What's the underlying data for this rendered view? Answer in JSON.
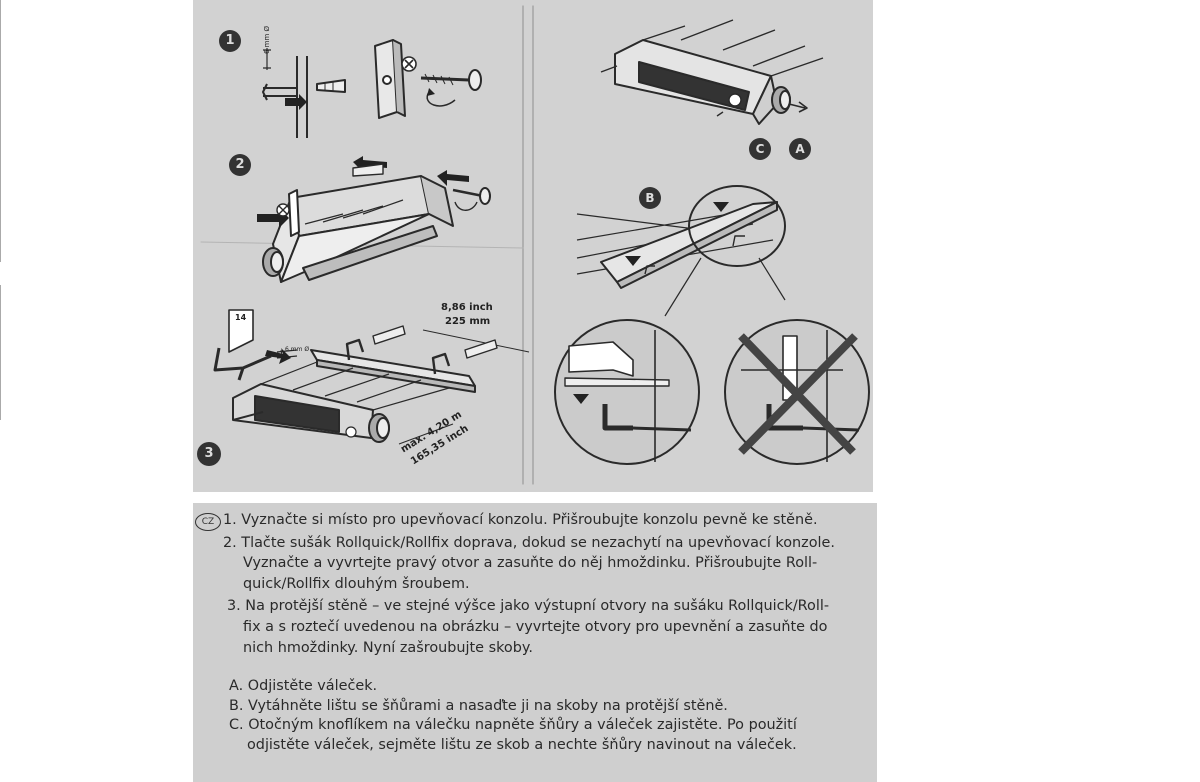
{
  "figure": {
    "step_1": "1",
    "step_2": "2",
    "step_3": "3",
    "step_a": "A",
    "step_b": "B",
    "step_c": "C",
    "drill_label": "6 mm Ø",
    "drill_label_2": "6 mm Ø",
    "distance_inch": "8,86 inch",
    "distance_mm": "225 mm",
    "length_m": "max. 4,20 m",
    "length_inch": "165,35 inch",
    "depth": "14"
  },
  "instructions": {
    "lang_badge": "CZ",
    "lines": [
      "1. Vyznačte si místo pro upevňovací konzolu. Přišroubujte konzolu pevně ke stěně.",
      "2. Tlačte sušák Rollquick/Rollfix doprava, dokud se nezachytí na upevňovací konzole.",
      "Vyznačte a vyvrtejte pravý otvor a zasuňte do něj hmoždinku. Přišroubujte Roll-",
      "quick/Rollfix dlouhým šroubem.",
      "3. Na protější stěně – ve stejné výšce jako výstupní otvory na sušáku Rollquick/Roll-",
      "fix a s roztečí uvedenou na obrázku – vyvrtejte otvory pro upevnění a zasuňte do",
      "nich hmoždinky. Nyní zašroubujte skoby.",
      "A. Odjistěte váleček.",
      "B. Vytáhněte lištu se šňůrami a nasaďte ji na skoby na protější stěně.",
      "C. Otočným knoflíkem na válečku napněte šňůry a váleček zajistěte. Po použití",
      "odjistěte váleček, sejměte lištu ze skob a nechte šňůry navinout na váleček."
    ]
  }
}
